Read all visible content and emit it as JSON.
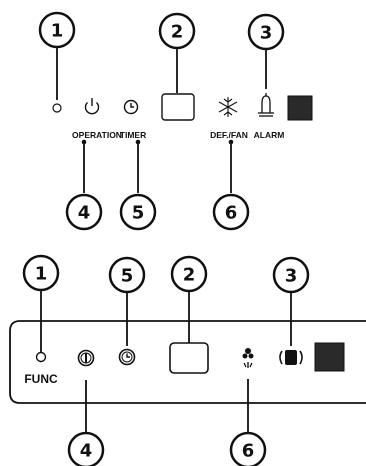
{
  "top_panel": {
    "callouts": [
      "1",
      "2",
      "3",
      "4",
      "5",
      "6"
    ],
    "labels": {
      "operation": "OPERATION",
      "timer": "TIMER",
      "def_fan": "DEF./FAN",
      "alarm": "ALARM"
    },
    "icons": [
      "indicator-led-icon",
      "power-icon",
      "clock-icon",
      "display-window",
      "snowflake-icon",
      "alarm-bell-icon",
      "receiver-square"
    ]
  },
  "bottom_panel": {
    "callouts": [
      "1",
      "5",
      "2",
      "3",
      "4",
      "6"
    ],
    "labels": {
      "func": "FUNC"
    },
    "icons": [
      "indicator-led-icon",
      "power-icon",
      "clock-icon",
      "display-window",
      "defrost-icon",
      "signal-icon",
      "receiver-square"
    ]
  },
  "colors": {
    "ink": "#111111",
    "panel_fill": "#2a2a2a"
  }
}
